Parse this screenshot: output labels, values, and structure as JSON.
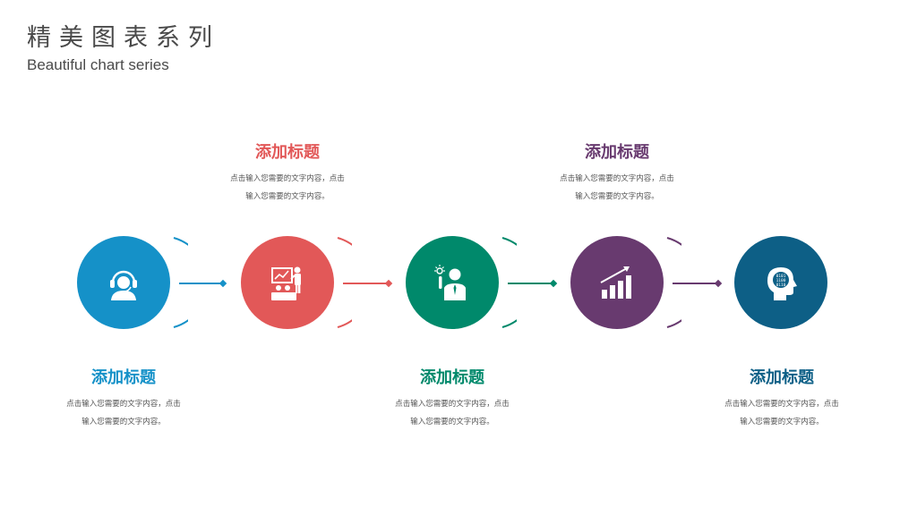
{
  "header": {
    "title_cn": "精美图表系列",
    "title_en": "Beautiful chart series"
  },
  "steps": [
    {
      "heading": "添加标题",
      "line1": "点击输入您需要的文字内容，点击",
      "line2": "输入您需要的文字内容。",
      "color": "#1591c8",
      "icon": "customer-service-icon"
    },
    {
      "heading": "添加标题",
      "line1": "点击输入您需要的文字内容，点击",
      "line2": "输入您需要的文字内容。",
      "color": "#e25858",
      "icon": "presentation-icon"
    },
    {
      "heading": "添加标题",
      "line1": "点击输入您需要的文字内容，点击",
      "line2": "输入您需要的文字内容。",
      "color": "#00896b",
      "icon": "idea-person-icon"
    },
    {
      "heading": "添加标题",
      "line1": "点击输入您需要的文字内容，点击",
      "line2": "输入您需要的文字内容。",
      "color": "#683a6f",
      "icon": "growth-chart-icon"
    },
    {
      "heading": "添加标题",
      "line1": "点击输入您需要的文字内容，点击",
      "line2": "输入您需要的文字内容。",
      "color": "#0d5f86",
      "icon": "head-binary-icon"
    }
  ]
}
